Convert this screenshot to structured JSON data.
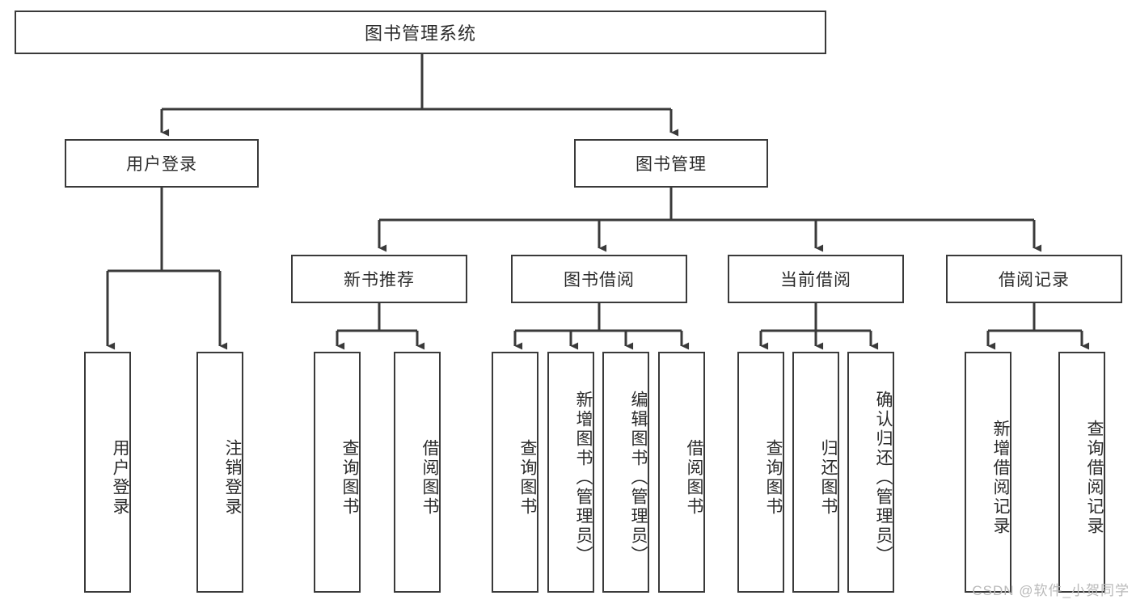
{
  "diagram": {
    "title": "图书管理系统",
    "type": "hierarchy-tree",
    "watermark": "CSDN @软件_小贺同学",
    "colors": {
      "box_border": "#3a3a3a",
      "box_fill": "#ffffff",
      "connector": "#3a3a3a",
      "text": "#2b2b2b",
      "watermark": "#b9b9b9"
    },
    "root": {
      "label": "图书管理系统"
    },
    "level2": [
      {
        "label": "用户登录"
      },
      {
        "label": "图书管理"
      }
    ],
    "level3": [
      {
        "label": "新书推荐"
      },
      {
        "label": "图书借阅"
      },
      {
        "label": "当前借阅"
      },
      {
        "label": "借阅记录"
      }
    ],
    "leaves": {
      "user_login": [
        {
          "label": "用户登录"
        },
        {
          "label": "注销登录"
        }
      ],
      "new_book_recommend": [
        {
          "label": "查询图书"
        },
        {
          "label": "借阅图书"
        }
      ],
      "book_borrow": [
        {
          "label": "查询图书"
        },
        {
          "label": "新增图书（管理员）"
        },
        {
          "label": "编辑图书（管理员）"
        },
        {
          "label": "借阅图书"
        }
      ],
      "current_borrow": [
        {
          "label": "查询图书"
        },
        {
          "label": "归还图书"
        },
        {
          "label": "确认归还（管理员）"
        }
      ],
      "borrow_record": [
        {
          "label": "新增借阅记录"
        },
        {
          "label": "查询借阅记录"
        }
      ]
    }
  }
}
